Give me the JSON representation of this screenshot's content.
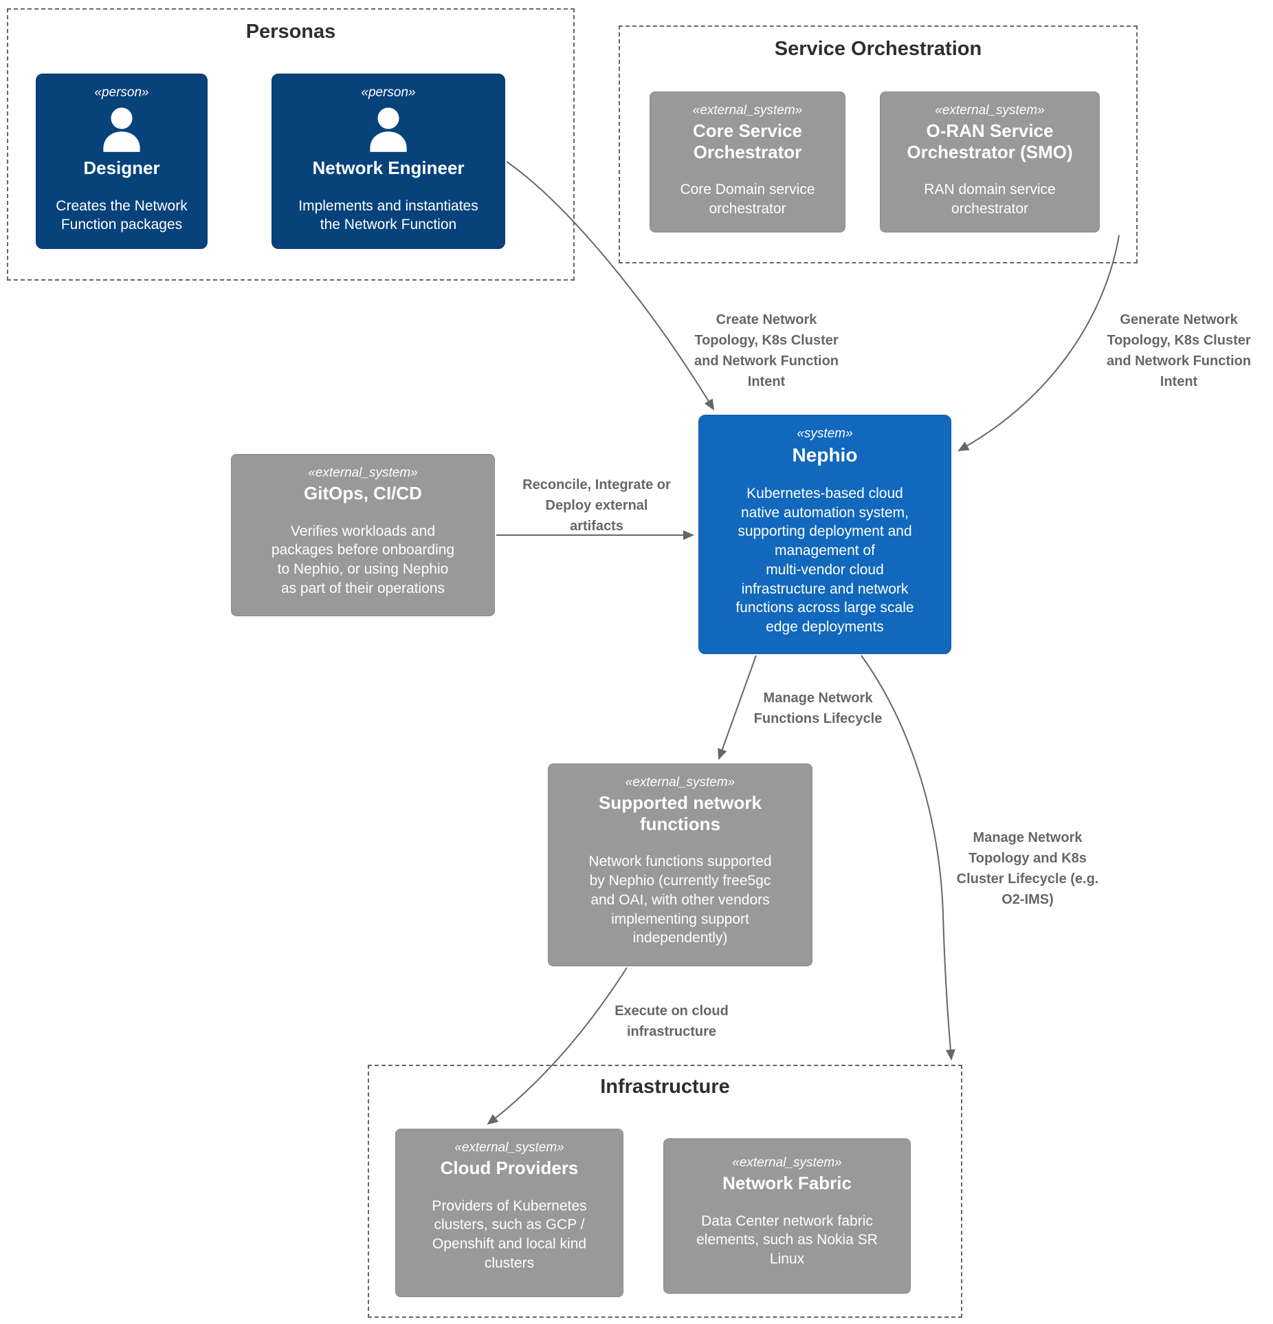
{
  "colors": {
    "person_fill": "#08427B",
    "system_fill": "#1168BD",
    "external_fill": "#999999",
    "boundary_stroke": "#666666",
    "edge_stroke": "#666666",
    "edge_label_color": "#666666",
    "boundary_title_color": "#2e2e2e"
  },
  "boundaries": {
    "personas": {
      "title": "Personas"
    },
    "service_orchestration": {
      "title": "Service Orchestration"
    },
    "infrastructure": {
      "title": "Infrastructure"
    }
  },
  "nodes": {
    "designer": {
      "stereotype": "«person»",
      "name": "Designer",
      "description": "Creates the Network\nFunction packages"
    },
    "network_engineer": {
      "stereotype": "«person»",
      "name": "Network Engineer",
      "description": "Implements and instantiates\nthe Network Function"
    },
    "core_service_orchestrator": {
      "stereotype": "«external_system»",
      "name": "Core Service\nOrchestrator",
      "description": "Core Domain service\norchestrator"
    },
    "oran_service_orchestrator": {
      "stereotype": "«external_system»",
      "name": "O-RAN Service\nOrchestrator (SMO)",
      "description": "RAN domain service\norchestrator"
    },
    "nephio": {
      "stereotype": "«system»",
      "name": "Nephio",
      "description": "Kubernetes-based cloud\nnative automation system,\nsupporting deployment and\nmanagement of\nmulti-vendor cloud\ninfrastructure and network\nfunctions across large scale\nedge deployments"
    },
    "gitops": {
      "stereotype": "«external_system»",
      "name": "GitOps, CI/CD",
      "description": "Verifies workloads and\npackages before onboarding\nto Nephio, or using Nephio\nas part of their operations"
    },
    "supported_network_functions": {
      "stereotype": "«external_system»",
      "name": "Supported network\nfunctions",
      "description": "Network functions supported\nby Nephio (currently free5gc\nand OAI, with other vendors\nimplementing support\nindependently)"
    },
    "cloud_providers": {
      "stereotype": "«external_system»",
      "name": "Cloud Providers",
      "description": "Providers of Kubernetes\nclusters, such as GCP /\nOpenshift and local kind\nclusters"
    },
    "network_fabric": {
      "stereotype": "«external_system»",
      "name": "Network Fabric",
      "description": "Data Center network fabric\nelements, such as Nokia SR\nLinux"
    }
  },
  "edges": {
    "create_intent": {
      "label": "Create Network\nTopology, K8s Cluster\nand Network Function\nIntent"
    },
    "generate_intent": {
      "label": "Generate Network\nTopology, K8s Cluster\nand Network Function\nIntent"
    },
    "reconcile": {
      "label": "Reconcile, Integrate or\nDeploy external\nartifacts"
    },
    "manage_nf": {
      "label": "Manage Network\nFunctions Lifecycle"
    },
    "manage_topology": {
      "label": "Manage Network\nTopology and K8s\nCluster Lifecycle (e.g.\nO2-IMS)"
    },
    "execute": {
      "label": "Execute on cloud\ninfrastructure"
    }
  }
}
